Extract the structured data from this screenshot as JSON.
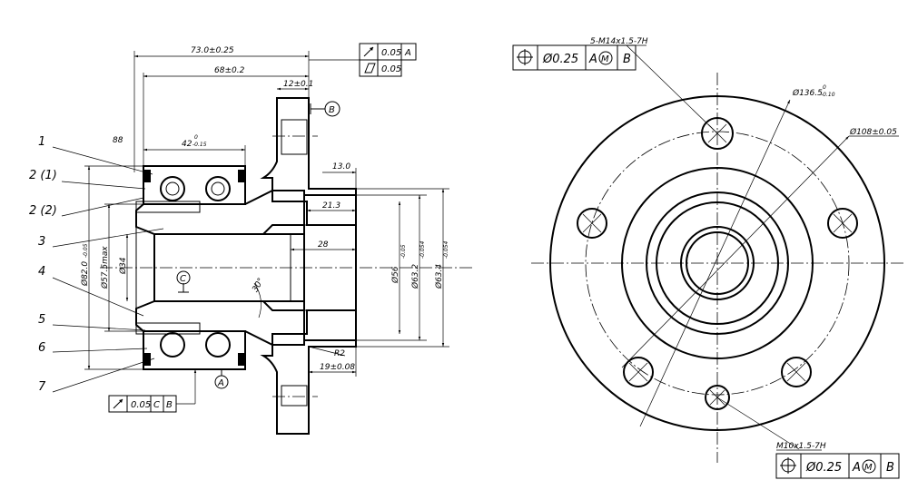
{
  "left_view": {
    "dimensions": {
      "overall_length": "73.0±0.25",
      "inner_length": "68±0.2",
      "flange_thickness": "12±0.1",
      "bearing_width": "42",
      "bearing_width_tol": "0\n-0.15",
      "bearing_width_tol_top": "0",
      "bearing_width_tol_bot": "-0.15",
      "pilot_length": "13.0",
      "bore_depth": "21.3",
      "bore_depth_2": "28",
      "flange_offset": "19±0.08",
      "fillet_radius": "R2",
      "angle": "30°",
      "dia_outer_bearing": "Ø82.0",
      "dia_outer_bearing_tol": "-0.05",
      "dia_seal": "Ø57.5max",
      "dia_bore": "Ø34",
      "dia_pilot": "Ø56",
      "dia_pilot_tol": "-0.05",
      "dia_pilot2": "Ø63.2",
      "dia_pilot2_tol": "-0.054",
      "dia_pilot3": "Ø63.4",
      "dia_pilot3_tol": "-0.054",
      "zero": "0",
      "label_88": "88"
    },
    "part_labels": [
      "1",
      "2 (1)",
      "2 (2)",
      "3",
      "4",
      "5",
      "6",
      "7"
    ],
    "datums": {
      "B": "B",
      "A": "A",
      "C": "C"
    },
    "fcf_runout_flange": {
      "tolerance": "0.05",
      "datum": "A"
    },
    "fcf_flatness": {
      "tolerance": "0.05"
    },
    "fcf_bottom": {
      "tolerance": "0.05",
      "datum1": "C",
      "datum2": "B"
    }
  },
  "right_view": {
    "thread_top": "5-M14x1.5-7H",
    "thread_bottom": "M10x1.5-7H",
    "bcd_large": "Ø136.5",
    "bcd_large_tol": "-0.10",
    "bcd_small": "Ø108±0.05",
    "zero": "0",
    "fcf_top": {
      "symbol": "position",
      "tolerance": "Ø0.25",
      "modifier_datum": "A",
      "modifier": "M",
      "datum": "B"
    },
    "fcf_bottom": {
      "symbol": "position",
      "tolerance": "Ø0.25",
      "modifier_datum": "A",
      "modifier": "M",
      "datum": "B"
    }
  },
  "icons": [
    "position-symbol-icon",
    "runout-arrow-icon",
    "flatness-icon",
    "datum-target-icon",
    "modifier-circle-icon"
  ]
}
